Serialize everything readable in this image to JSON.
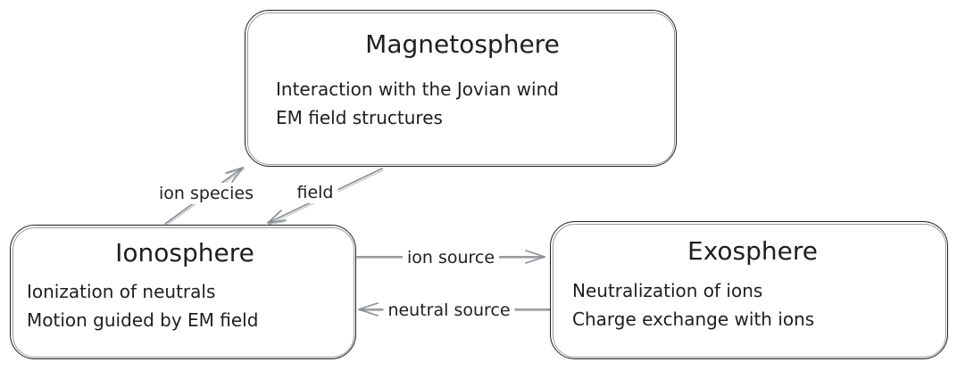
{
  "diagram": {
    "nodes": {
      "magnetosphere": {
        "title": "Magnetosphere",
        "lines": [
          "Interaction with the Jovian wind",
          "EM field structures"
        ]
      },
      "ionosphere": {
        "title": "Ionosphere",
        "lines": [
          "Ionization of neutrals",
          "Motion guided by EM field"
        ]
      },
      "exosphere": {
        "title": "Exosphere",
        "lines": [
          "Neutralization of ions",
          "Charge exchange with ions"
        ]
      }
    },
    "edges": {
      "ion_species": {
        "label": "ion species",
        "from": "ionosphere",
        "to": "magnetosphere"
      },
      "field": {
        "label": "field",
        "from": "magnetosphere",
        "to": "ionosphere"
      },
      "ion_source": {
        "label": "ion source",
        "from": "ionosphere",
        "to": "exosphere"
      },
      "neutral_source": {
        "label": "neutral source",
        "from": "exosphere",
        "to": "ionosphere"
      }
    },
    "colors": {
      "node_stroke": "#1e1e1e",
      "arrow_stroke": "#8b8f94",
      "text": "#1e1e1e",
      "background": "#ffffff"
    }
  }
}
